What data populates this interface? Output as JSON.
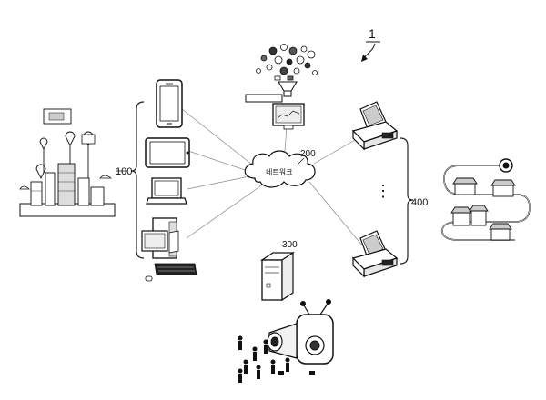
{
  "figure": {
    "system_ref": "1",
    "user_devices_ref": "100",
    "network_ref": "200",
    "network_label": "네트워크",
    "server_ref": "300",
    "merchant_terminals_ref": "400",
    "ellipsis": "⋮"
  },
  "nodes": [
    {
      "id": "smartphone",
      "icon": "smartphone-icon"
    },
    {
      "id": "tablet",
      "icon": "tablet-icon"
    },
    {
      "id": "laptop",
      "icon": "laptop-icon"
    },
    {
      "id": "desktop",
      "icon": "desktop-pc-icon"
    },
    {
      "id": "network",
      "icon": "cloud-icon"
    },
    {
      "id": "data-monitor",
      "icon": "data-monitor-icon"
    },
    {
      "id": "server",
      "icon": "server-tower-icon"
    },
    {
      "id": "pos-terminal-top",
      "icon": "pos-terminal-icon"
    },
    {
      "id": "pos-terminal-bottom",
      "icon": "pos-terminal-icon"
    },
    {
      "id": "city",
      "icon": "city-location-icon"
    },
    {
      "id": "shop-route",
      "icon": "shop-route-icon"
    },
    {
      "id": "camera-people",
      "icon": "camera-people-icon"
    }
  ]
}
